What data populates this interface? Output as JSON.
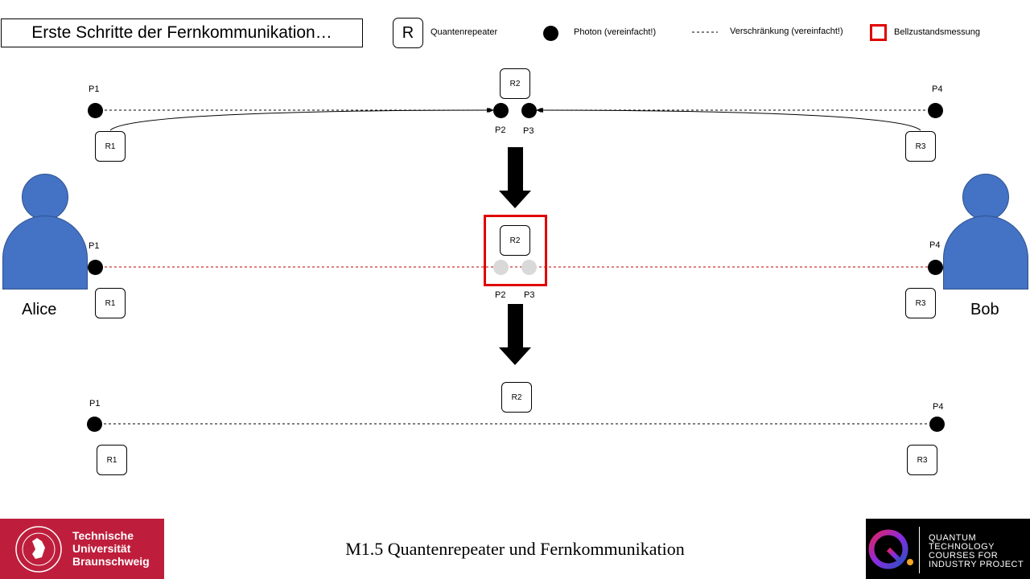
{
  "title": "Erste Schritte der Fernkommunikation…",
  "legend": {
    "repeater_symbol": "R",
    "repeater_label": "Quantenrepeater",
    "photon_label": "Photon (vereinfacht!)",
    "entanglement_label": "Verschränkung (vereinfacht!)",
    "bell_label": "Bellzustandsmessung"
  },
  "rows": [
    {
      "p1": "P1",
      "p2": "P2",
      "p3": "P3",
      "p4": "P4",
      "r1": "R1",
      "r2": "R2",
      "r3": "R3"
    },
    {
      "p1": "P1",
      "p2": "P2",
      "p3": "P3",
      "p4": "P4",
      "r1": "R1",
      "r2": "R2",
      "r3": "R3"
    },
    {
      "p1": "P1",
      "p4": "P4",
      "r1": "R1",
      "r2": "R2",
      "r3": "R3"
    }
  ],
  "people": {
    "left": "Alice",
    "right": "Bob"
  },
  "footer": "M1.5 Quantenrepeater und Fernkommunikation",
  "logos": {
    "left": "Technische Universität Braunschweig",
    "right": "QUANTUM TECHNOLOGY COURSES FOR INDUSTRY PROJECT"
  },
  "colors": {
    "person": "#4472c4",
    "bell_box": "#e00000",
    "entanglement_red": "#c00000",
    "measured_photon": "#d9d9d9",
    "tu_red": "#be1e3c"
  }
}
